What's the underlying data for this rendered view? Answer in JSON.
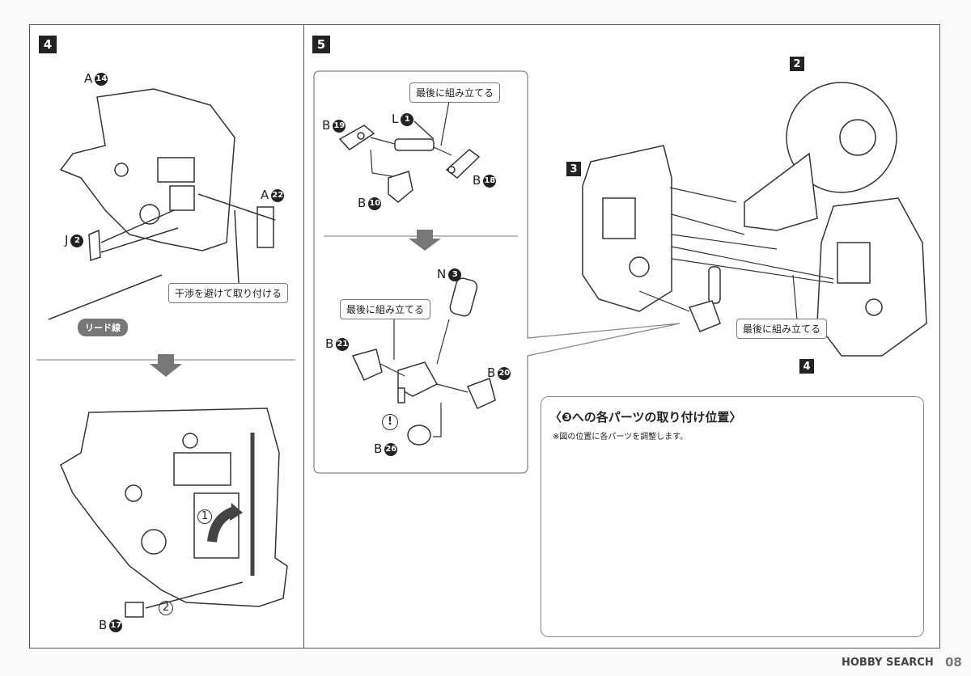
{
  "step4": {
    "number": "4",
    "parts": {
      "a14": {
        "letter": "A",
        "num": "14"
      },
      "a22": {
        "letter": "A",
        "num": "22"
      },
      "j2": {
        "letter": "J",
        "num": "2"
      },
      "b17": {
        "letter": "B",
        "num": "17"
      }
    },
    "avoid_callout": "干渉を避けて取り付ける",
    "lead_wire_label": "リード線",
    "sub_step_1": "1",
    "sub_step_2": "2"
  },
  "step5": {
    "number": "5",
    "assemble_last_1": "最後に組み立てる",
    "assemble_last_2": "最後に組み立てる",
    "assemble_last_3": "最後に組み立てる",
    "parts": {
      "b19": {
        "letter": "B",
        "num": "19"
      },
      "l1": {
        "letter": "L",
        "num": "1"
      },
      "b18": {
        "letter": "B",
        "num": "18"
      },
      "b10": {
        "letter": "B",
        "num": "10"
      },
      "n3": {
        "letter": "N",
        "num": "3"
      },
      "b21": {
        "letter": "B",
        "num": "21"
      },
      "b20": {
        "letter": "B",
        "num": "20"
      },
      "b26": {
        "letter": "B",
        "num": "26"
      }
    },
    "caution_mark": "!",
    "unit_labels": {
      "u2": "2",
      "u3": "3",
      "u4": "4"
    },
    "inset": {
      "title": "〈❸への各パーツの取り付け位置〉",
      "note": "※図の位置に各パーツを調整します。"
    }
  },
  "footer": {
    "brand": "HOBBY SEARCH",
    "page_number": "08"
  }
}
